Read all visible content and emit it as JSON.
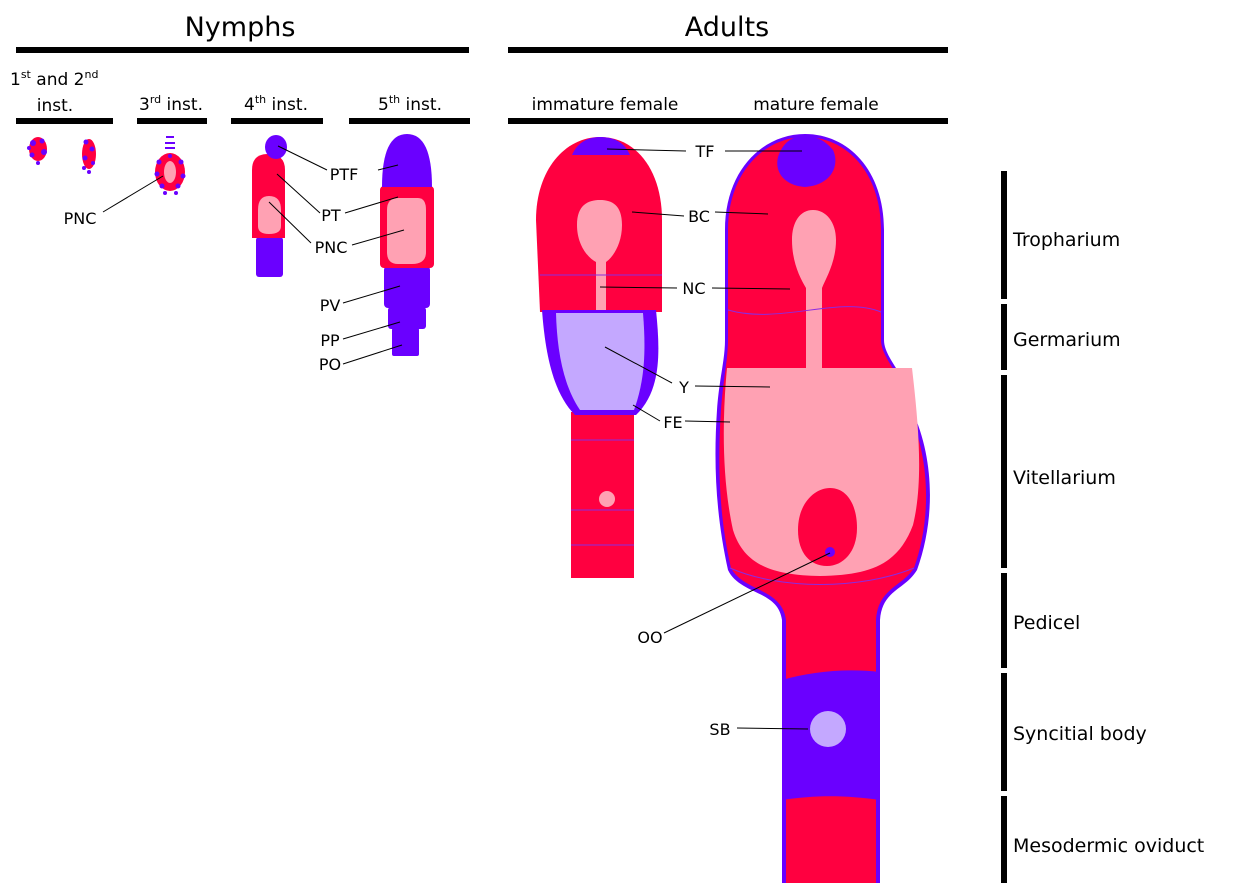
{
  "headers": {
    "nymphs": "Nymphs",
    "adults": "Adults"
  },
  "stages": {
    "s12_line1_a": "1",
    "s12_line1_sup1": "st",
    "s12_line1_b": " and 2",
    "s12_line1_sup2": "nd",
    "s12_line2": "inst.",
    "s3_num": "3",
    "s3_sup": "rd",
    "s3_rest": " inst.",
    "s4_num": "4",
    "s4_sup": "th",
    "s4_rest": " inst.",
    "s5_num": "5",
    "s5_sup": "th",
    "s5_rest": " inst.",
    "immature": "immature female",
    "mature": "mature female"
  },
  "labels": {
    "pnc_3rd": "PNC",
    "ptf": "PTF",
    "pt": "PT",
    "pnc": "PNC",
    "pv": "PV",
    "pp": "PP",
    "po": "PO",
    "tf": "TF",
    "bc": "BC",
    "nc": "NC",
    "y": "Y",
    "fe": "FE",
    "oo": "OO",
    "sb": "SB"
  },
  "regions": [
    "Tropharium",
    "Germarium",
    "Vitellarium",
    "Pedicel",
    "Syncitial body",
    "Mesodermic oviduct"
  ],
  "colors": {
    "tissue_red": "#ff0040",
    "tissue_blue": "#6a00ff",
    "nurse_pink": "#ffa1b3",
    "yolk_lilac": "#c4a8ff"
  }
}
